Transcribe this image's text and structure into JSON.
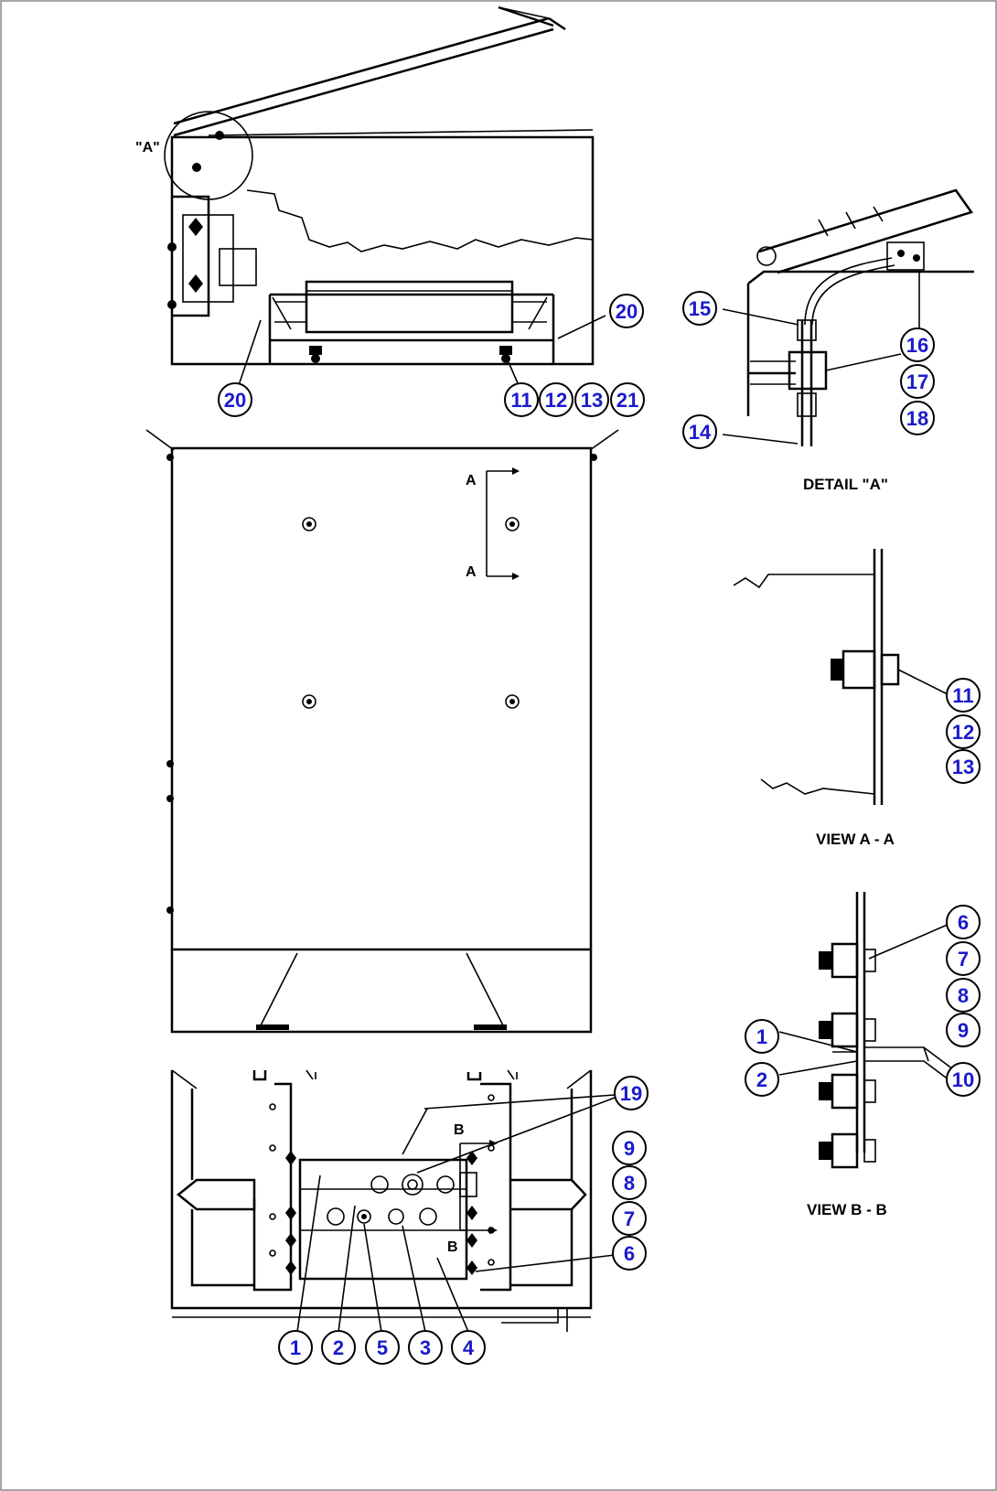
{
  "labels": {
    "detail_a": "DETAIL \"A\"",
    "view_a": "VIEW A - A",
    "view_b": "VIEW B - B",
    "detail_marker": "\"A\"",
    "section_a_top": "A",
    "section_a_bottom": "A",
    "section_b_top": "B",
    "section_b_bottom": "B"
  },
  "callouts": {
    "top_20_right": "20",
    "top_20_left": "20",
    "top_11": "11",
    "top_12": "12",
    "top_13": "13",
    "top_21": "21",
    "da_15": "15",
    "da_14": "14",
    "da_16": "16",
    "da_17": "17",
    "da_18": "18",
    "va_11": "11",
    "va_12": "12",
    "va_13": "13",
    "vb_6": "6",
    "vb_7": "7",
    "vb_8": "8",
    "vb_9": "9",
    "vb_10": "10",
    "vb_1": "1",
    "vb_2": "2",
    "bot_19": "19",
    "bot_9": "9",
    "bot_8": "8",
    "bot_7": "7",
    "bot_6": "6",
    "bot_1": "1",
    "bot_2": "2",
    "bot_5": "5",
    "bot_3": "3",
    "bot_4": "4"
  }
}
